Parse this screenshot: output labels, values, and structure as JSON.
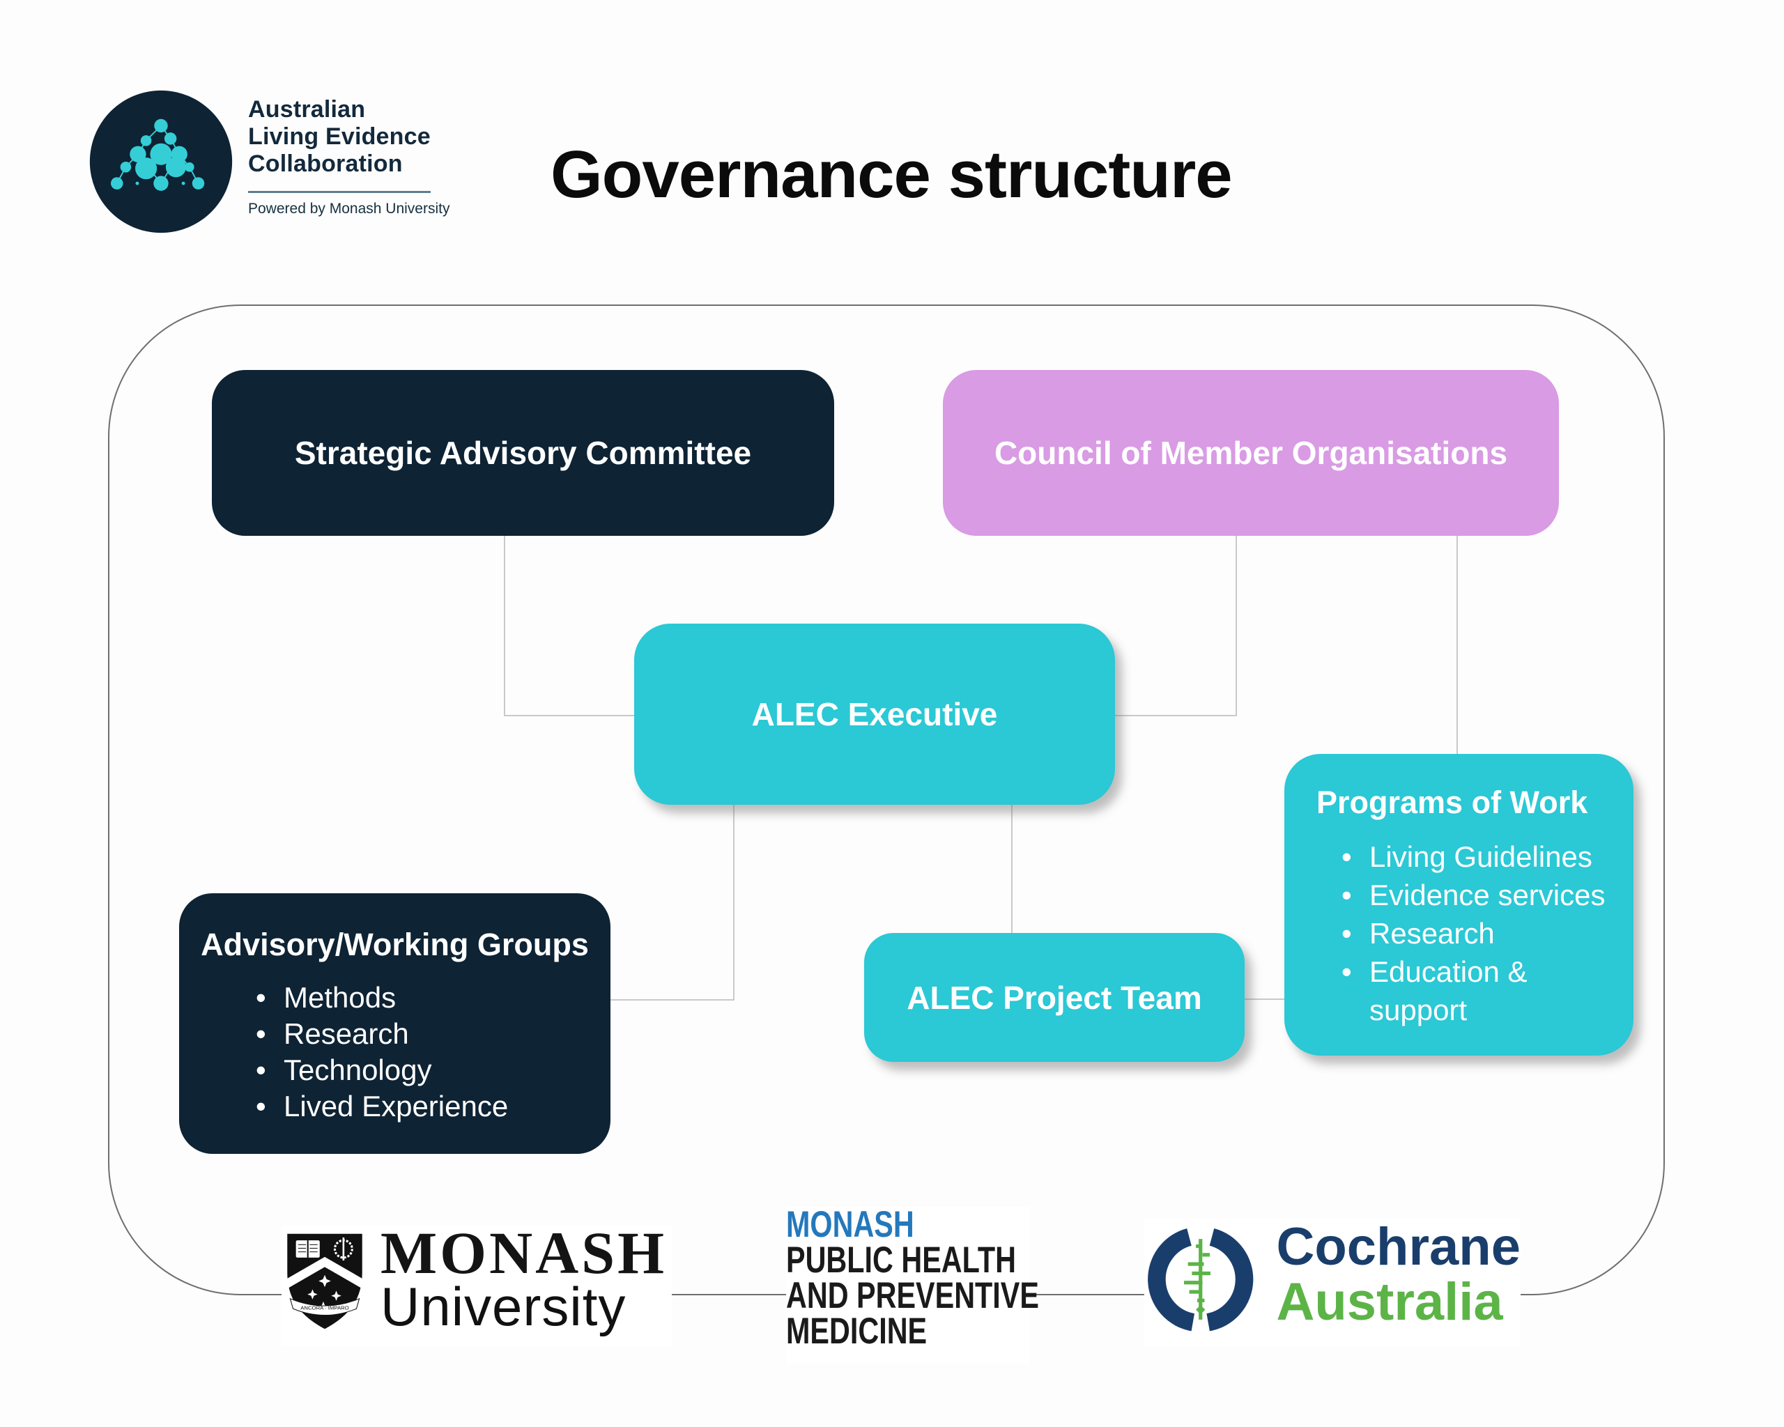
{
  "header": {
    "title": "Governance structure",
    "logo": {
      "org_lines": [
        "Australian",
        "Living Evidence",
        "Collaboration"
      ],
      "tagline": "Powered by Monash University"
    }
  },
  "diagram": {
    "strategic_advisory": {
      "label": "Strategic Advisory Committee"
    },
    "council": {
      "label": "Council of Member Organisations"
    },
    "executive": {
      "label": "ALEC Executive"
    },
    "advisory_groups": {
      "title": "Advisory/Working Groups",
      "items": [
        "Methods",
        "Research",
        "Technology",
        "Lived Experience"
      ]
    },
    "project_team": {
      "label": "ALEC Project Team"
    },
    "programs": {
      "title": "Programs of Work",
      "items": [
        "Living Guidelines",
        "Evidence services",
        "Research",
        "Education & support"
      ]
    }
  },
  "footer": {
    "monash_university": {
      "line1": "MONASH",
      "line2": "University",
      "motto": "ANCORA · IMPARO"
    },
    "monash_sph": {
      "lines": [
        "MONASH",
        "PUBLIC HEALTH",
        "AND PREVENTIVE",
        "MEDICINE"
      ]
    },
    "cochrane": {
      "line1": "Cochrane",
      "line2": "Australia"
    }
  },
  "colors": {
    "navy": "#0e2334",
    "teal": "#2bc8d5",
    "purple": "#d99be4",
    "logo_teal": "#35ced6",
    "connector_gray": "#c9c9c9",
    "container_border": "#6f6f6f",
    "sph_blue": "#2478bc",
    "cochrane_navy": "#1a3e6c",
    "cochrane_green": "#5cb447"
  }
}
